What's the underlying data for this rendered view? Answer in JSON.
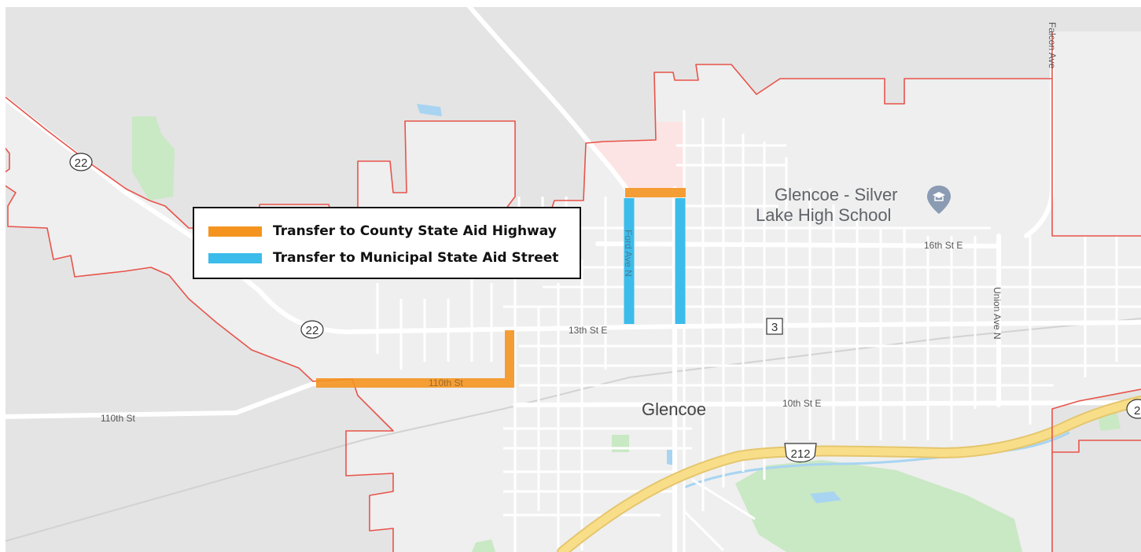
{
  "map": {
    "labels": {
      "school_line1": "Glencoe - Silver",
      "school_line2": "Lake High School",
      "city": "Glencoe",
      "street_16th": "16th St E",
      "street_13th": "13th St E",
      "street_10th": "10th St E",
      "street_110th_west": "110th St",
      "street_110th_mid": "110th St",
      "street_ford": "Ford Ave N",
      "street_union": "Union Ave N",
      "street_falcon": "Falcon Ave"
    },
    "shields": {
      "hwy22_a": "22",
      "hwy22_b": "22",
      "hwy3": "3",
      "us212": "212",
      "hwy22_east": "2"
    },
    "colors": {
      "county_highway": "#F4941F",
      "municipal_street": "#3CBCEA",
      "city_boundary": "#E8534A",
      "park": "#C9E8C4",
      "water": "#A8D4F2",
      "highway_fill": "#F9DE8A"
    }
  },
  "legend": {
    "items": [
      {
        "label": "Transfer to County State Aid Highway",
        "color": "#F4941F"
      },
      {
        "label": "Transfer to Municipal State Aid Street",
        "color": "#3CBCEA"
      }
    ]
  }
}
